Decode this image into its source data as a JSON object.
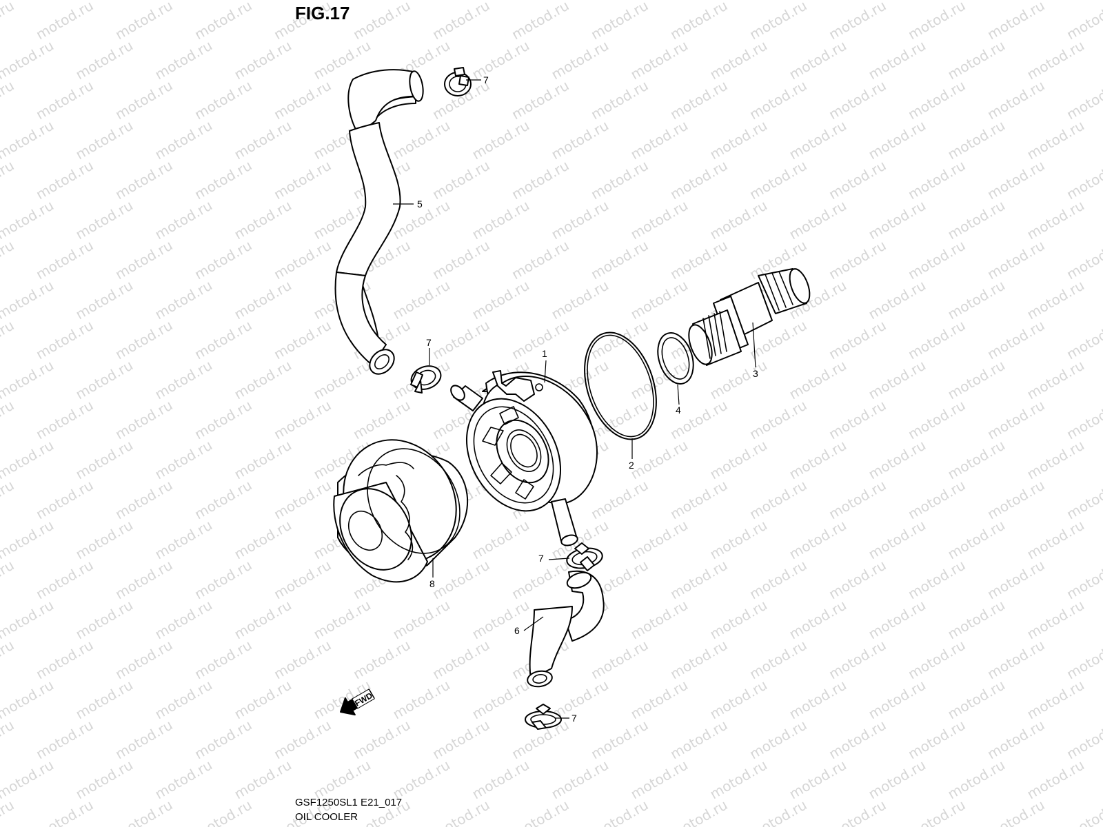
{
  "figure": {
    "title": "FIG.17"
  },
  "footer": {
    "code": "GSF1250SL1 E21_017",
    "name": "OIL COOLER"
  },
  "watermark": {
    "text": "motod.ru"
  },
  "direction_marker": {
    "label": "FWD"
  },
  "callouts": {
    "p1": "1",
    "p2": "2",
    "p3": "3",
    "p4": "4",
    "p5": "5",
    "p6": "6",
    "p7": "7",
    "p8": "8"
  }
}
